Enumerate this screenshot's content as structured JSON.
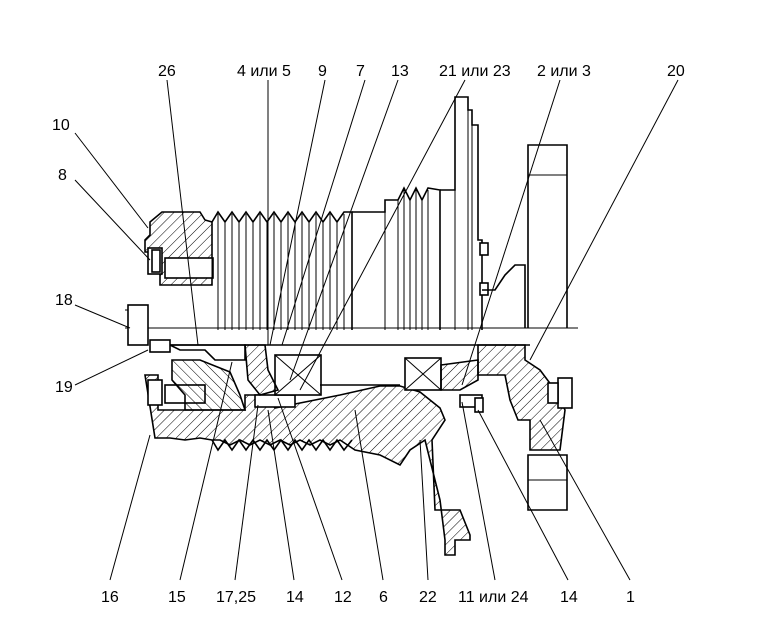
{
  "labels": {
    "l26": "26",
    "l4_5": "4 или 5",
    "l9": "9",
    "l7": "7",
    "l13": "13",
    "l21_23": "21 или 23",
    "l2_3": "2 или 3",
    "l20": "20",
    "l10": "10",
    "l8": "8",
    "l18": "18",
    "l19": "19",
    "l16": "16",
    "l15": "15",
    "l17_25": "17,25",
    "l14a": "14",
    "l12": "12",
    "l6": "6",
    "l22": "22",
    "l11_24": "11 или 24",
    "l14b": "14",
    "l1": "1"
  }
}
